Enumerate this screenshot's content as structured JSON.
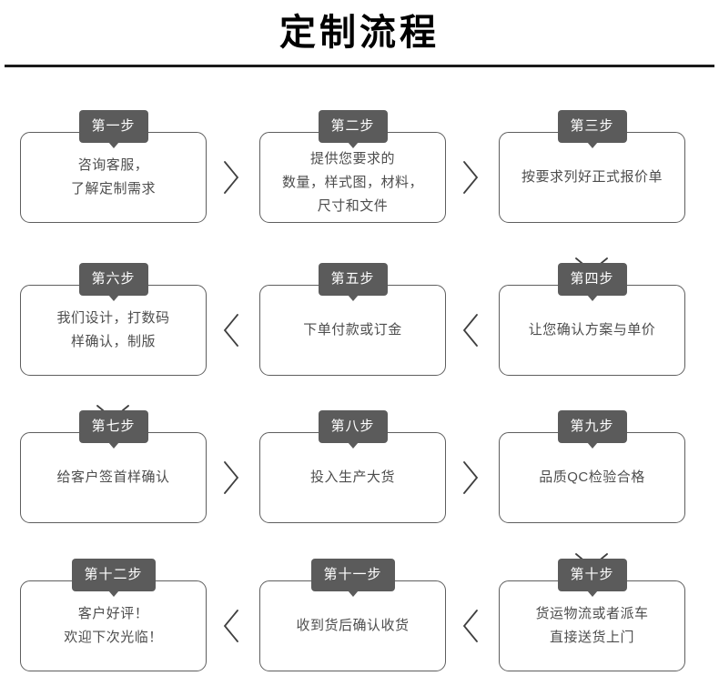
{
  "header": {
    "title": "定制流程"
  },
  "flow": {
    "rows": [
      {
        "direction": "right",
        "steps": [
          {
            "tab": "第一步",
            "lines": [
              "咨询客服，",
              "了解定制需求"
            ]
          },
          {
            "tab": "第二步",
            "lines": [
              "提供您要求的",
              "数量，样式图，材料，",
              "尺寸和文件"
            ]
          },
          {
            "tab": "第三步",
            "lines": [
              "按要求列好正式报价单"
            ]
          }
        ]
      },
      {
        "direction": "left",
        "steps": [
          {
            "tab": "第六步",
            "lines": [
              "我们设计，打数码",
              "样确认，制版"
            ]
          },
          {
            "tab": "第五步",
            "lines": [
              "下单付款或订金"
            ]
          },
          {
            "tab": "第四步",
            "lines": [
              "让您确认方案与单价"
            ]
          }
        ]
      },
      {
        "direction": "right",
        "steps": [
          {
            "tab": "第七步",
            "lines": [
              "给客户签首样确认"
            ]
          },
          {
            "tab": "第八步",
            "lines": [
              "投入生产大货"
            ]
          },
          {
            "tab": "第九步",
            "lines": [
              "品质QC检验合格"
            ]
          }
        ]
      },
      {
        "direction": "left",
        "steps": [
          {
            "tab": "第十二步",
            "lines": [
              "客户好评！",
              "欢迎下次光临！"
            ]
          },
          {
            "tab": "第十一步",
            "lines": [
              "收到货后确认收货"
            ]
          },
          {
            "tab": "第十步",
            "lines": [
              "货运物流或者派车",
              "直接送货上门"
            ]
          }
        ]
      }
    ],
    "connectors": {
      "right_chevron": "chevron-right-icon",
      "left_chevron": "chevron-left-icon",
      "down_chevron": "chevron-down-icon"
    }
  },
  "colors": {
    "tab_background": "#5b5b5b",
    "box_border": "#5e5e5e",
    "body_text": "#4d4d4d",
    "title_text": "#000000",
    "rule": "#1a1a1a",
    "page_background": "#ffffff"
  }
}
